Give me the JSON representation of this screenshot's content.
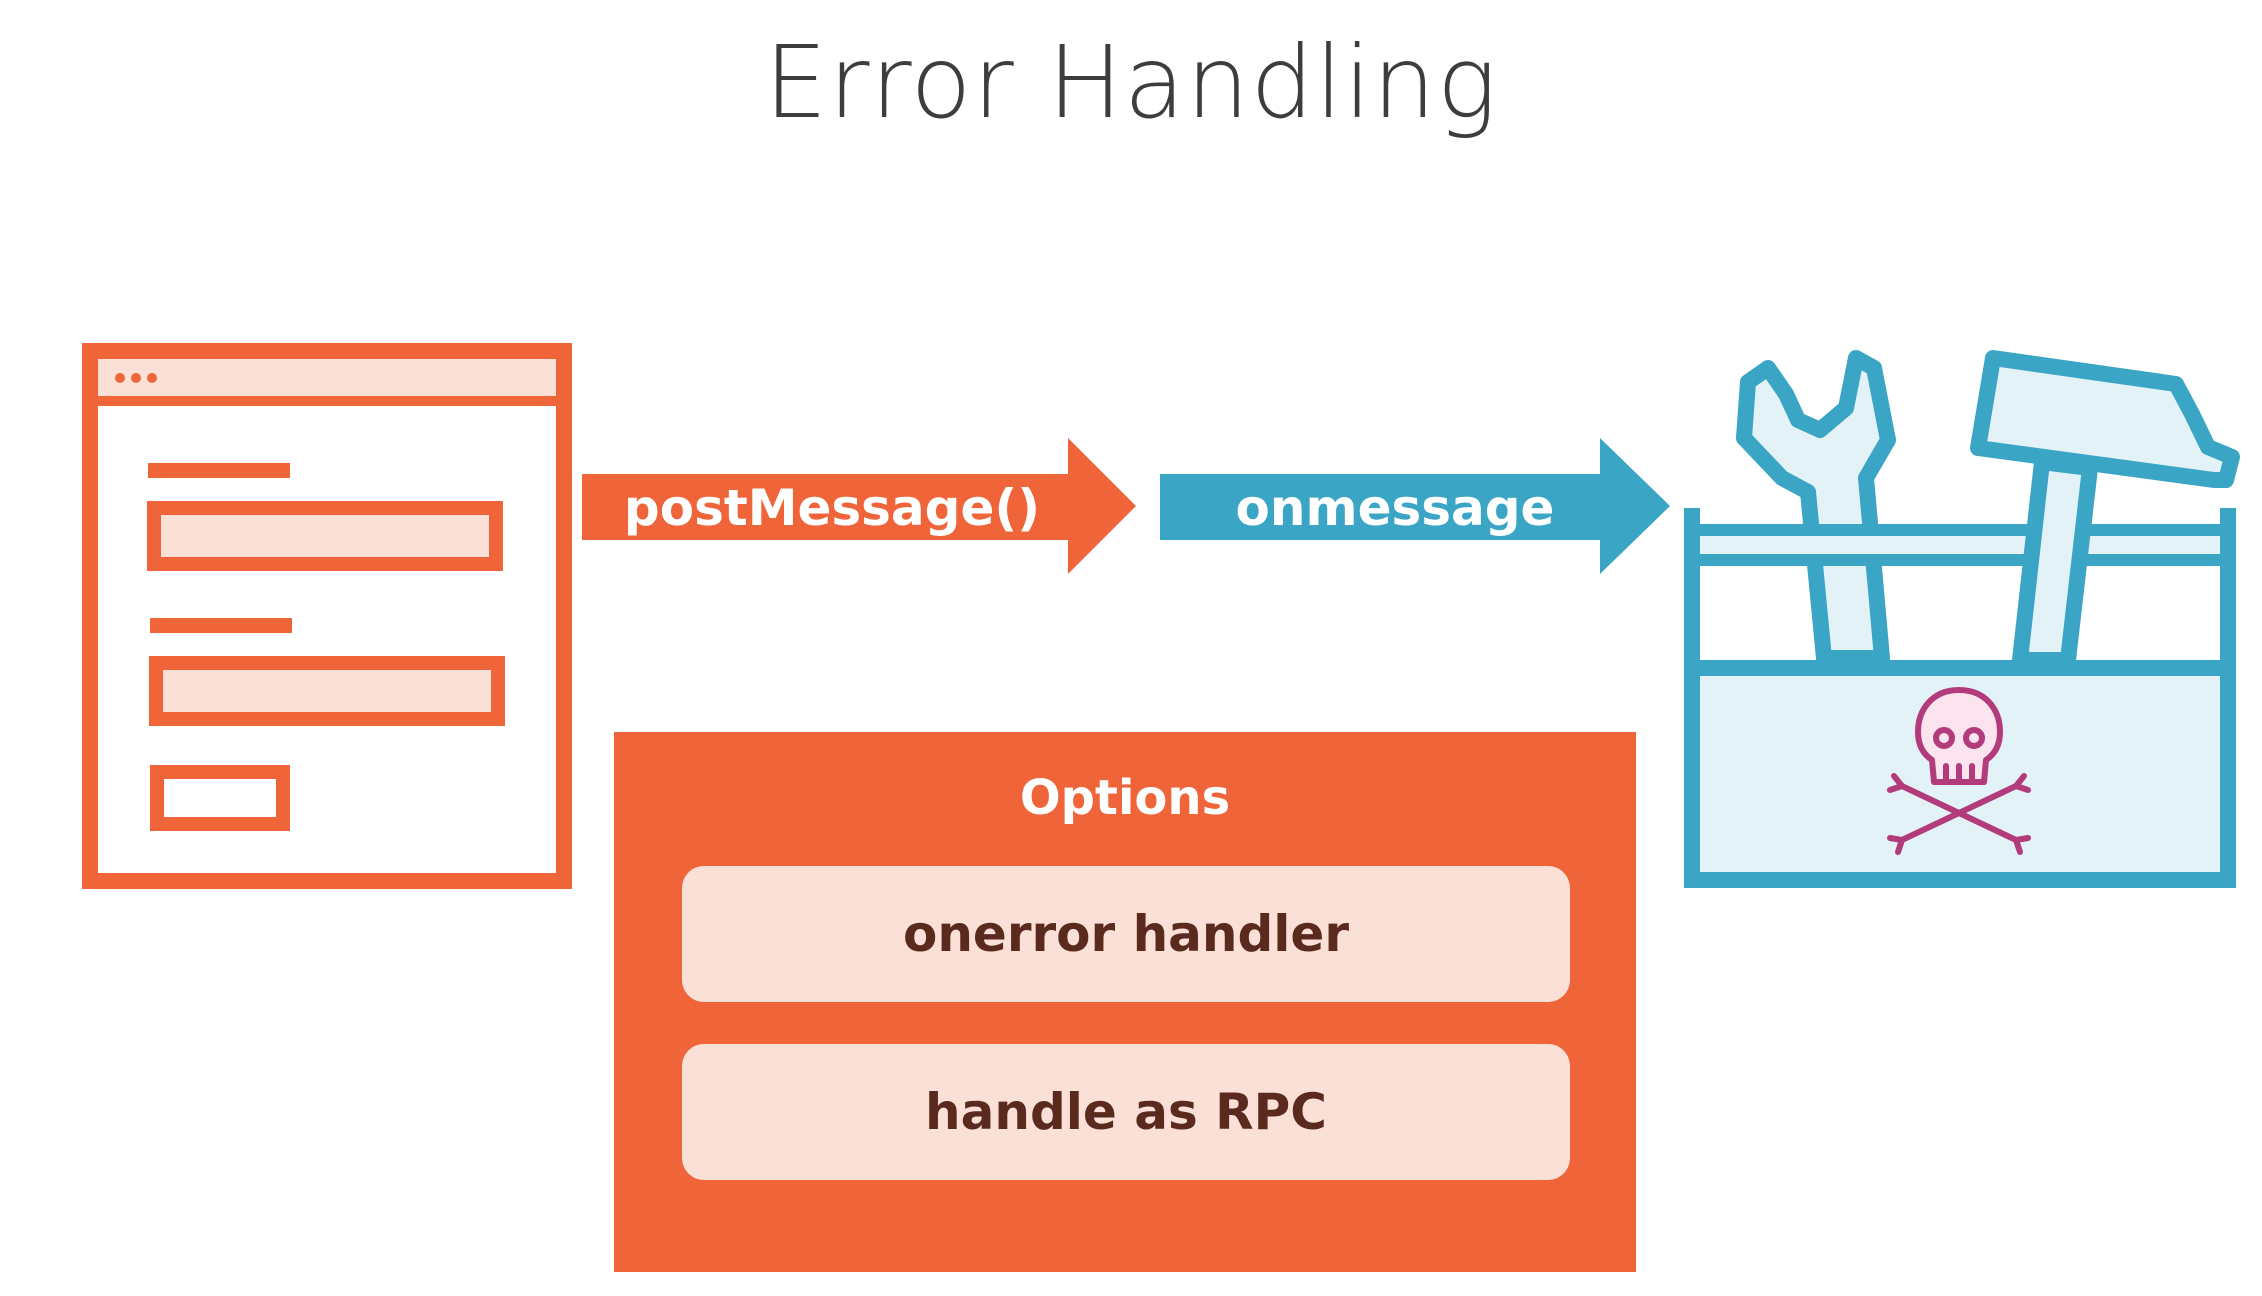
{
  "title": "Error Handling",
  "flow": {
    "send_label": "postMessage()",
    "receive_label": "onmessage"
  },
  "options": {
    "heading": "Options",
    "items": [
      {
        "label": "onerror handler"
      },
      {
        "label": "handle as RPC"
      }
    ]
  },
  "icons": {
    "left": "browser-window-icon",
    "right": "toolbox-icon",
    "error": "skull-crossbones-icon"
  },
  "colors": {
    "orange": "#f0643a",
    "blue": "#3aa5c4",
    "pale_orange": "#fbe0d7",
    "pale_blue": "#e3f2f7",
    "skull": "#b23b7b"
  }
}
